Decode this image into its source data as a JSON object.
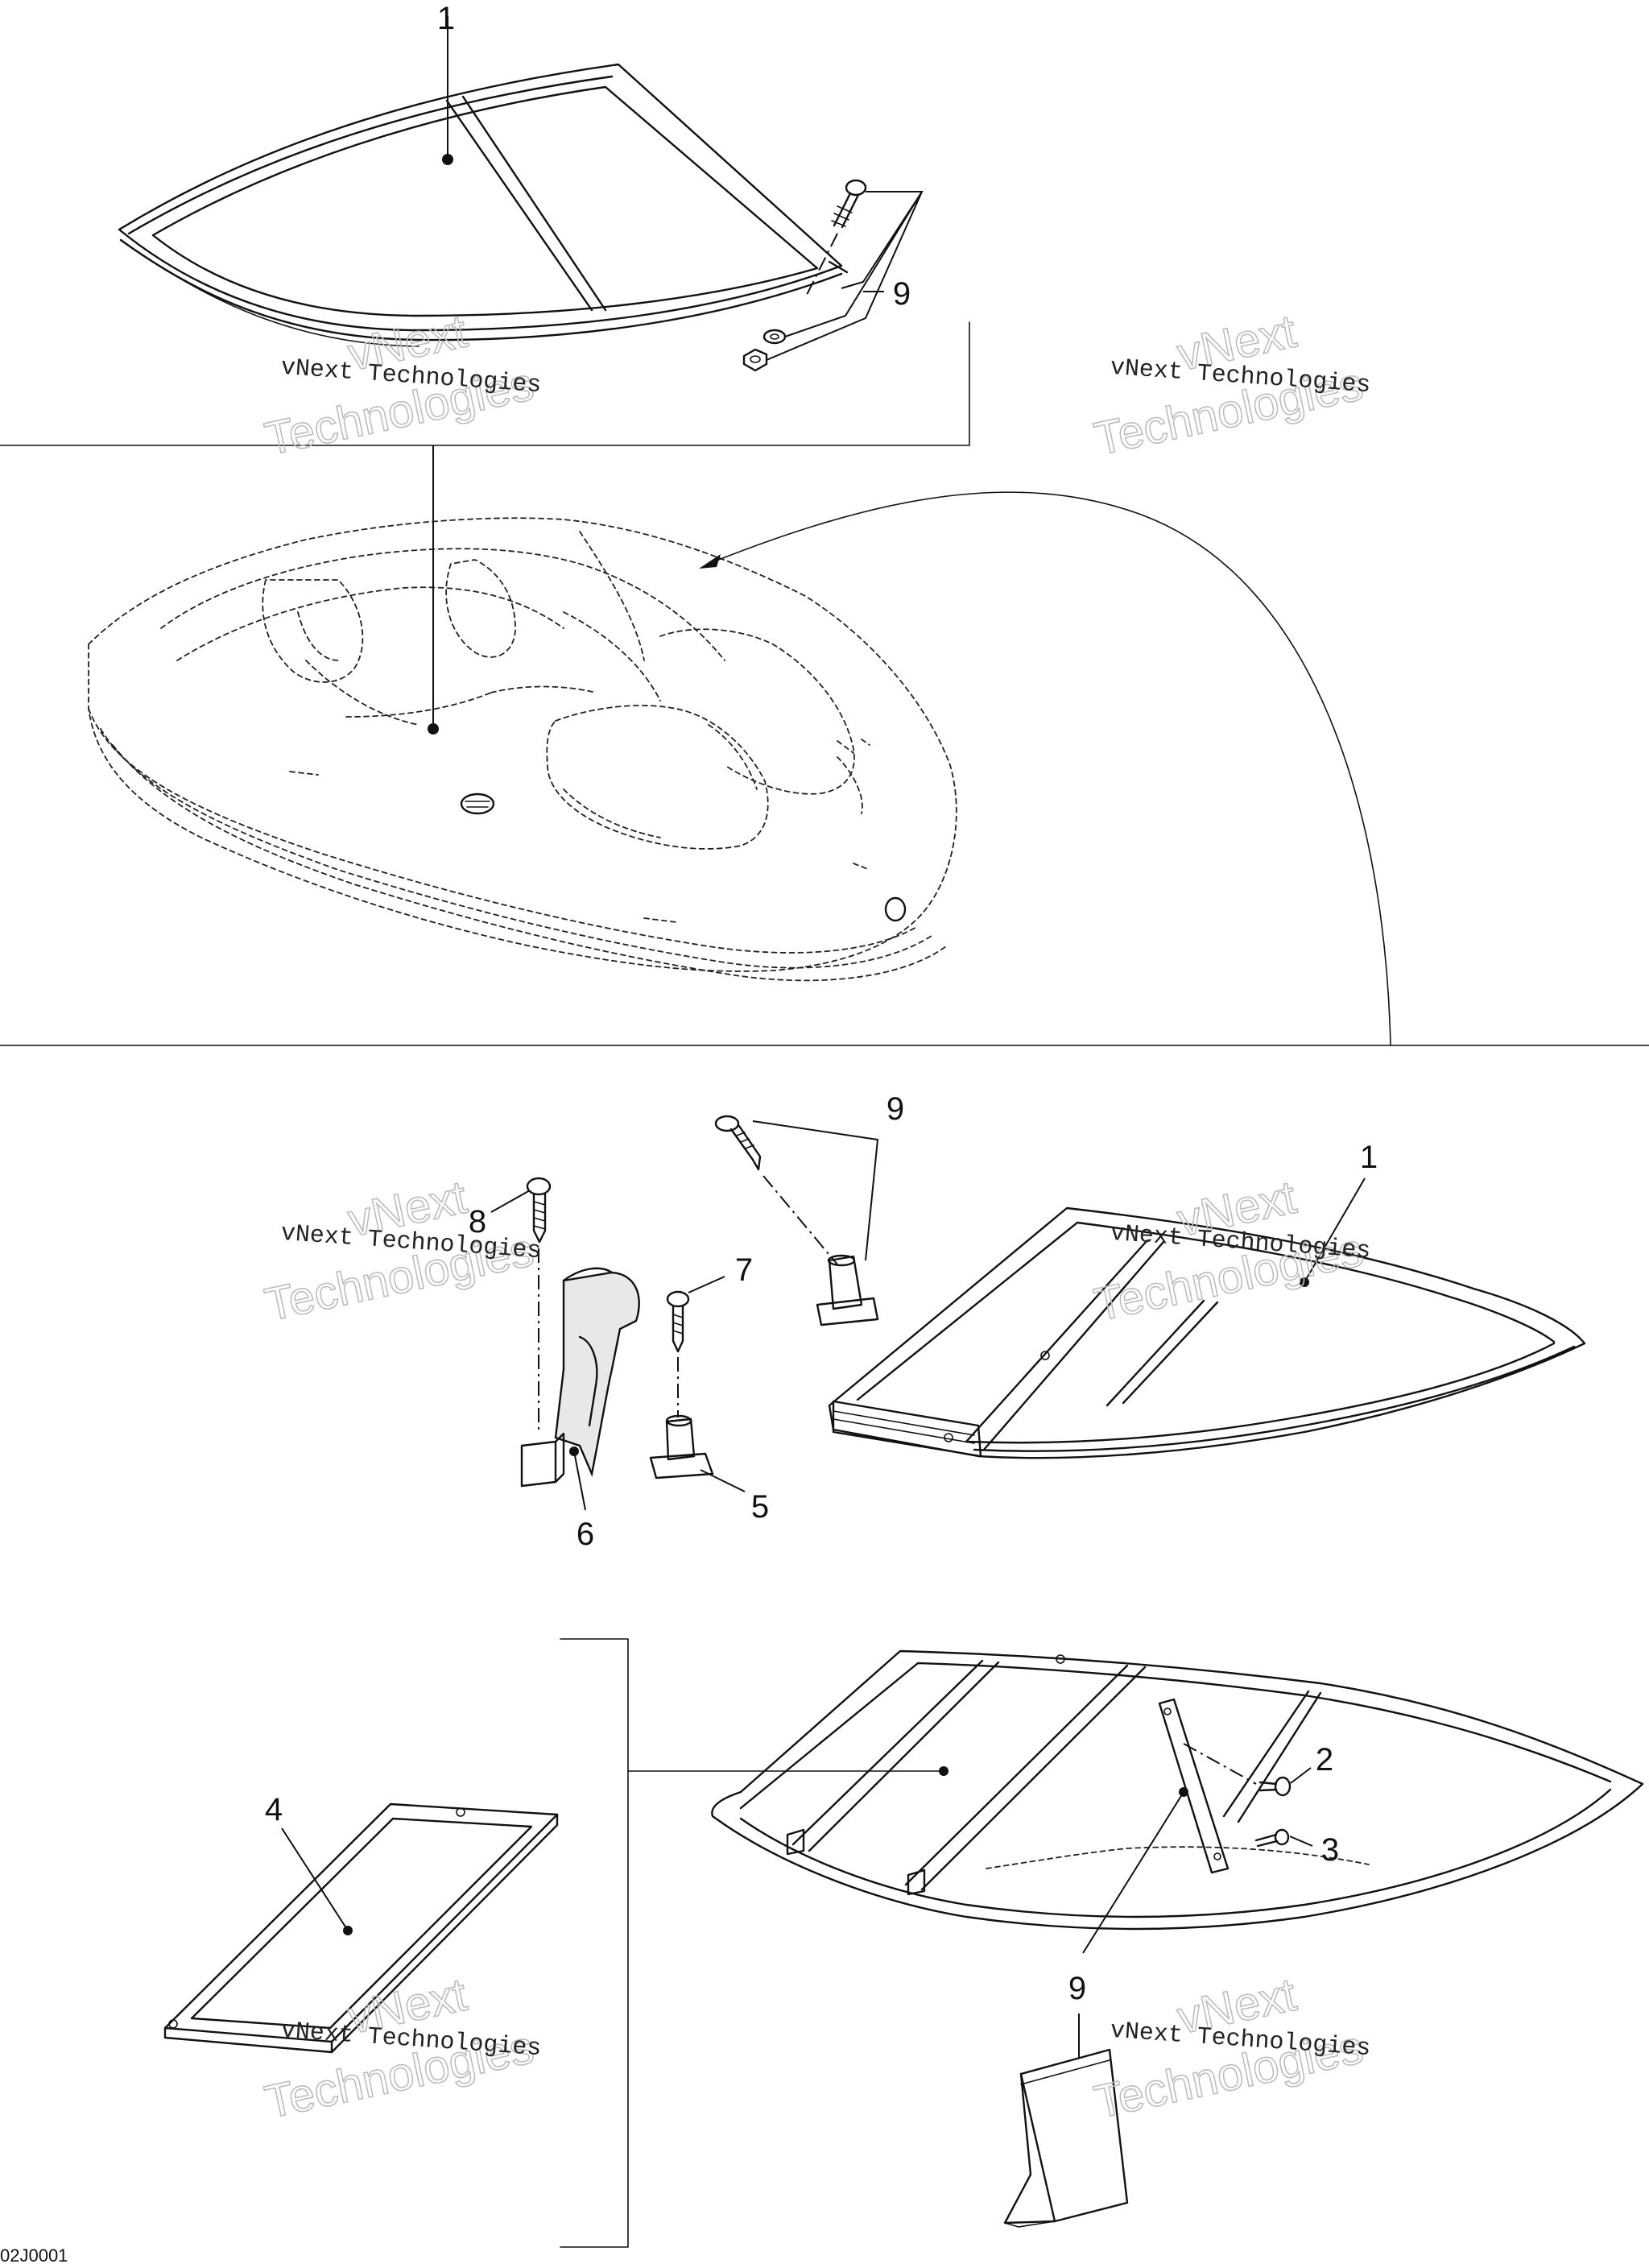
{
  "callouts": {
    "top_1": "1",
    "top_9": "9",
    "mid_9": "9",
    "mid_1": "1",
    "mid_8": "8",
    "mid_7": "7",
    "mid_6": "6",
    "mid_5": "5",
    "bot_4": "4",
    "bot_2": "2",
    "bot_3": "3",
    "bot_9": "9"
  },
  "watermark": {
    "caption": "vNext Technologies",
    "big_line1": "vNext",
    "big_line2": "Technologies"
  },
  "footer_code": "02J0001"
}
